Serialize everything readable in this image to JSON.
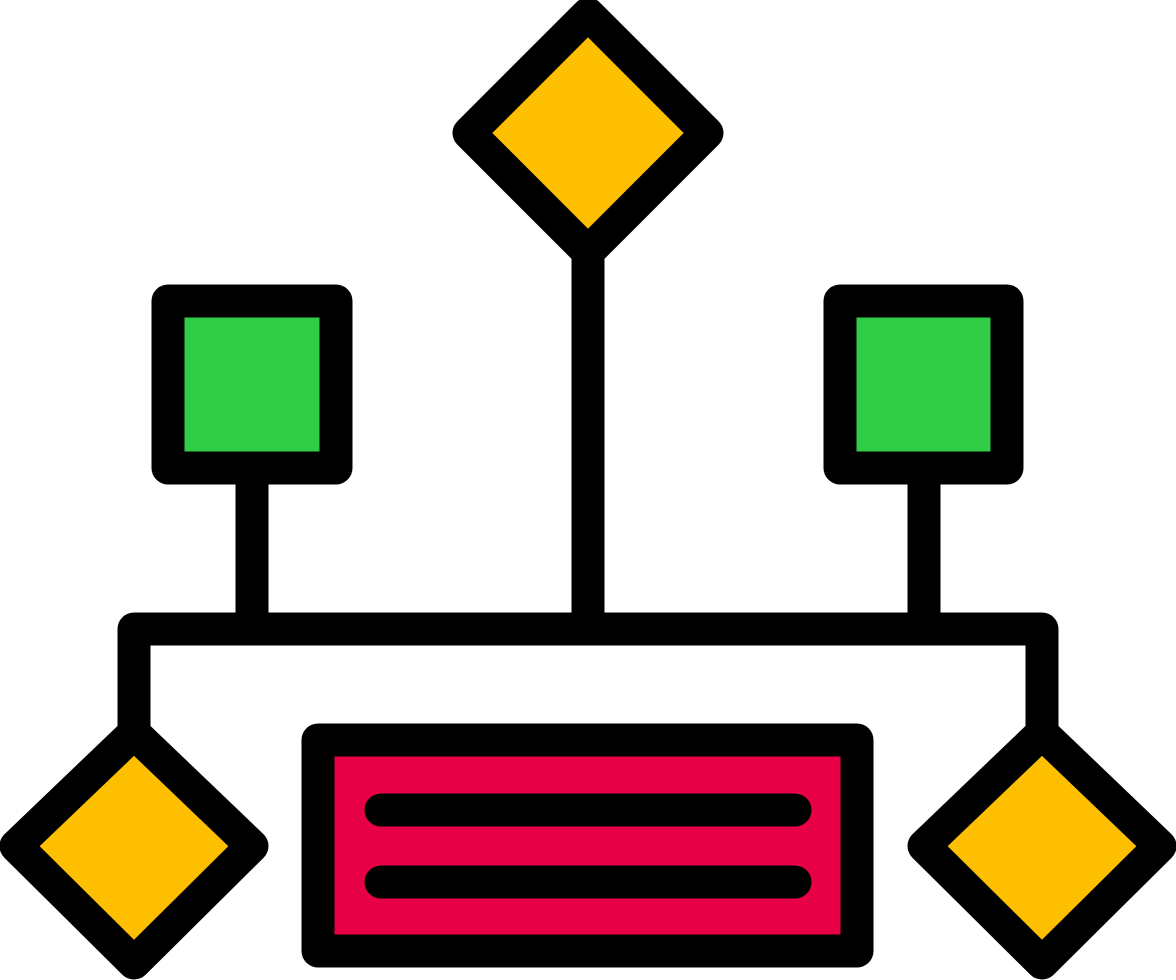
{
  "icon": {
    "name": "hierarchy-structure-icon",
    "colors": {
      "outline": "#000000",
      "diamond_fill": "#FDBF00",
      "square_fill": "#32CD47",
      "card_fill": "#E80046",
      "background": "#FFFFFF"
    },
    "nodes": [
      {
        "name": "top-diamond-node",
        "shape": "diamond"
      },
      {
        "name": "left-square-node",
        "shape": "square"
      },
      {
        "name": "right-square-node",
        "shape": "square"
      },
      {
        "name": "bottom-left-diamond-node",
        "shape": "diamond"
      },
      {
        "name": "bottom-right-diamond-node",
        "shape": "diamond"
      },
      {
        "name": "center-card-node",
        "shape": "rectangle"
      }
    ]
  }
}
